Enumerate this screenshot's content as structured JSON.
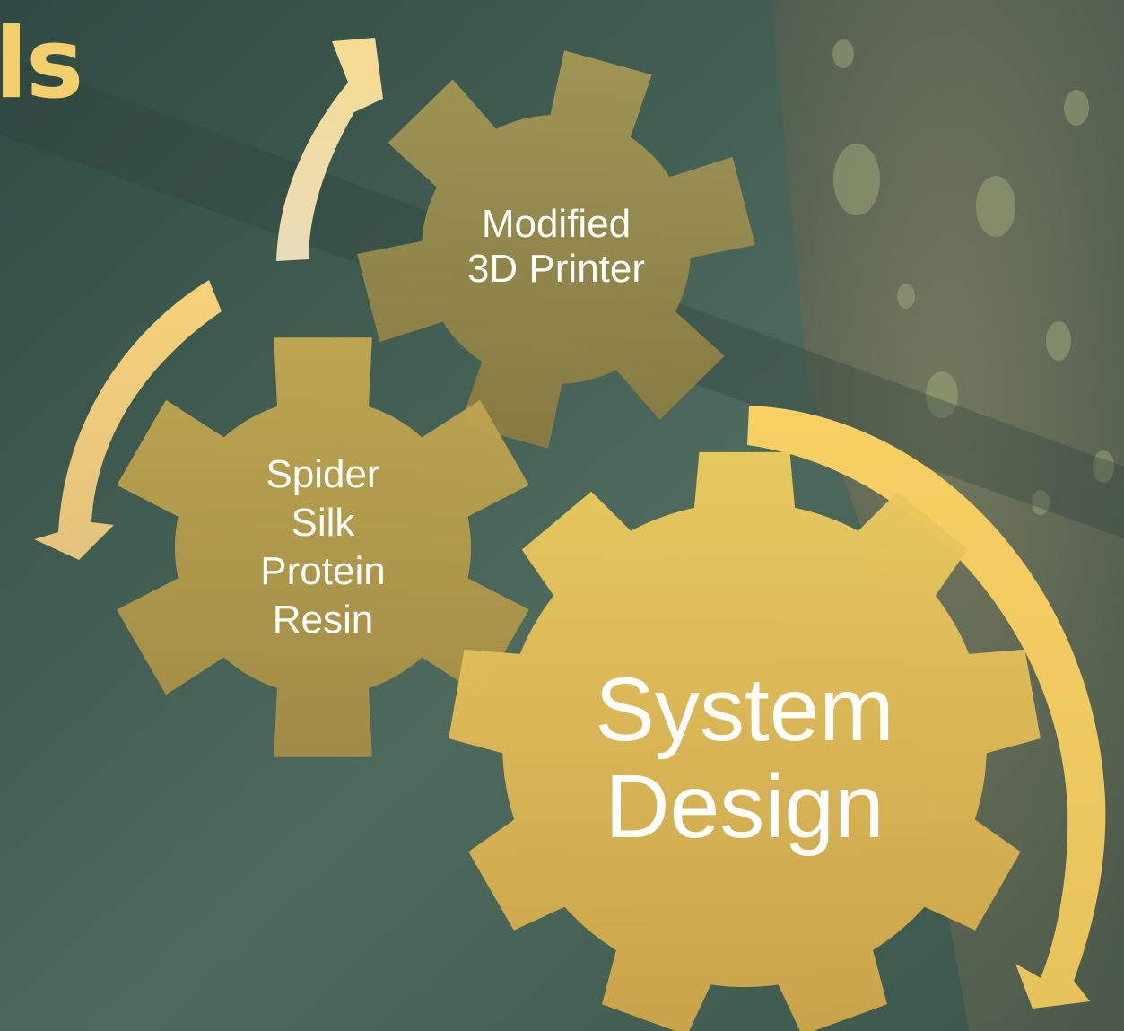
{
  "title_fragment": "ls",
  "gears": [
    {
      "id": "printer",
      "label": "Modified\n3D Printer",
      "color": "#9a8b45"
    },
    {
      "id": "resin",
      "label": "Spider\nSilk\nProtein\nResin",
      "color": "#b49c4a"
    },
    {
      "id": "system",
      "label": "System\nDesign",
      "color": "#e2be56"
    }
  ],
  "colors": {
    "accent_gold": "#f5cf6b",
    "arrow_light": "#f1e2bd",
    "background": "#3f5a4f"
  }
}
